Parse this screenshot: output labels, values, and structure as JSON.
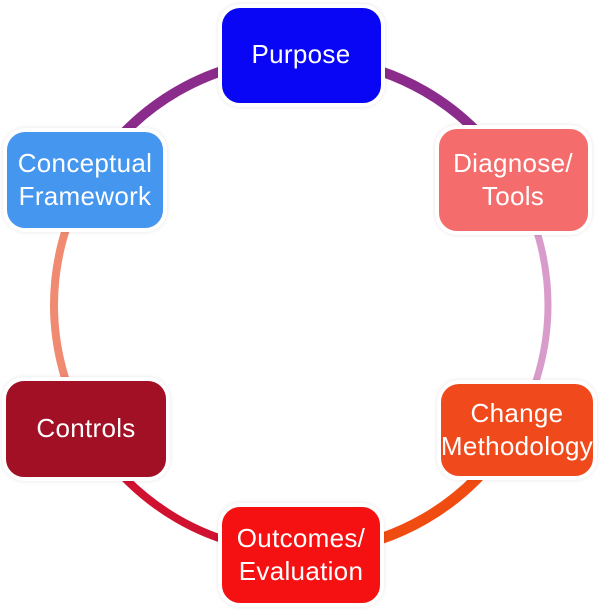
{
  "diagram": {
    "type": "circular-cycle",
    "background_color": "#ffffff",
    "text_color": "#ffffff",
    "nodes": [
      {
        "id": "purpose",
        "lines": [
          "Purpose"
        ],
        "color": "#0806f5",
        "position": "top"
      },
      {
        "id": "diagnose-tools",
        "lines": [
          "Diagnose/",
          "Tools"
        ],
        "color": "#f56c6c",
        "position": "top-right"
      },
      {
        "id": "change-methodology",
        "lines": [
          "Change",
          "Methodology"
        ],
        "color": "#f04a1c",
        "position": "bottom-right"
      },
      {
        "id": "outcomes-evaluation",
        "lines": [
          "Outcomes/",
          "Evaluation"
        ],
        "color": "#f51111",
        "position": "bottom"
      },
      {
        "id": "controls",
        "lines": [
          "Controls"
        ],
        "color": "#a21026",
        "position": "bottom-left"
      },
      {
        "id": "conceptual-framework",
        "lines": [
          "Conceptual",
          "Framework"
        ],
        "color": "#4496ef",
        "position": "top-left"
      }
    ],
    "arcs": [
      {
        "from": "conceptual-framework",
        "to": "purpose",
        "color": "#8b2b8b",
        "width": 10
      },
      {
        "from": "purpose",
        "to": "diagnose-tools",
        "color": "#8b2b8b",
        "width": 10
      },
      {
        "from": "diagnose-tools",
        "to": "change-methodology",
        "color": "#d99bca",
        "width": 7
      },
      {
        "from": "change-methodology",
        "to": "outcomes-evaluation",
        "color": "#f04c12",
        "width": 11
      },
      {
        "from": "outcomes-evaluation",
        "to": "controls",
        "color": "#d0112f",
        "width": 8
      },
      {
        "from": "controls",
        "to": "conceptual-framework",
        "color": "#f08a70",
        "width": 8
      }
    ]
  }
}
